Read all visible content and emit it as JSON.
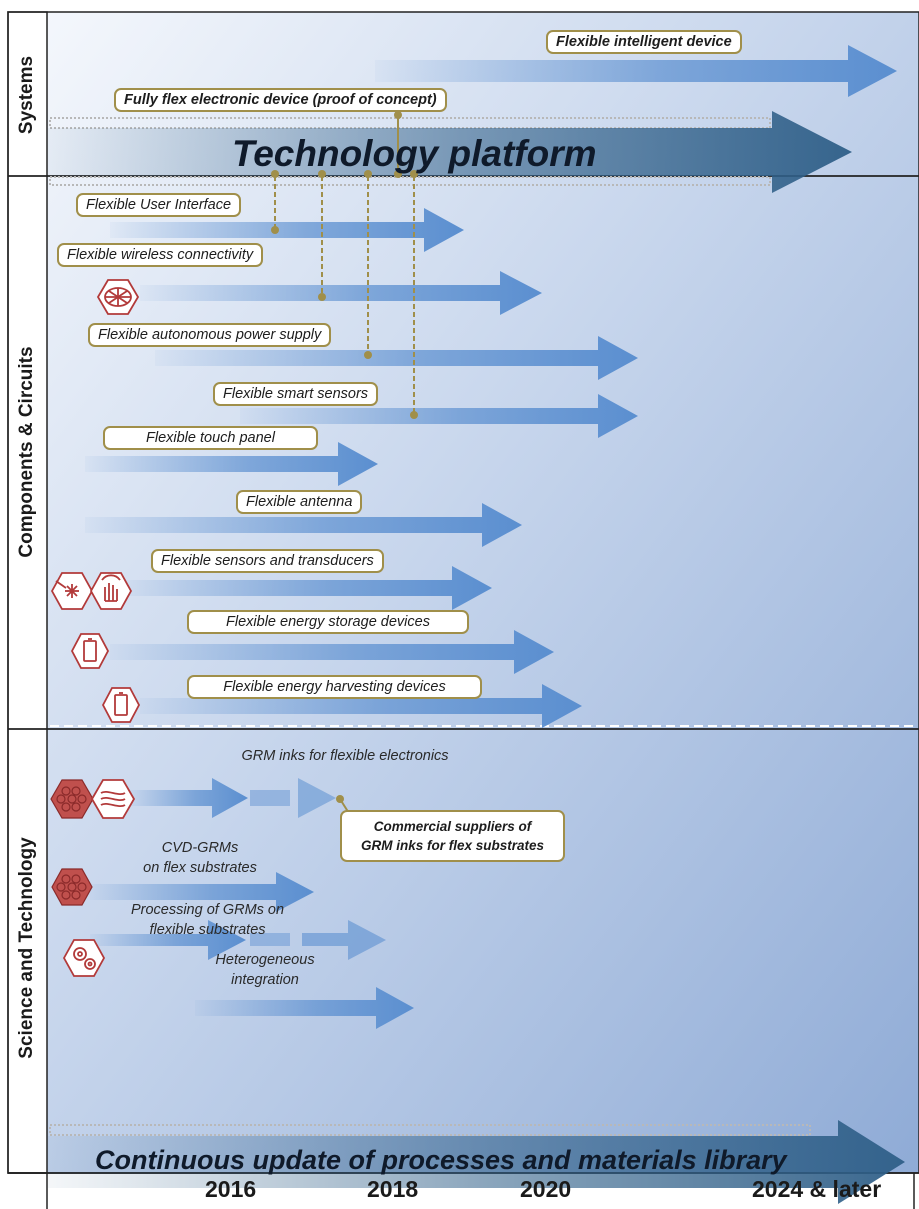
{
  "sections": {
    "systems": "Systems",
    "components": "Components & Circuits",
    "science": "Science and Technology"
  },
  "banners": {
    "platform": "Technology platform",
    "library": "Continuous update of processes and materials library"
  },
  "labels": {
    "intelligent": "Flexible intelligent device",
    "fully_flex": "Fully flex electronic device (proof of concept)",
    "user_interface": "Flexible User Interface",
    "wireless": "Flexible wireless connectivity",
    "power": "Flexible autonomous power supply",
    "smart_sensors": "Flexible smart sensors",
    "touch_panel": "Flexible touch panel",
    "antenna": "Flexible antenna",
    "sensors_transducers": "Flexible sensors and transducers",
    "energy_storage": "Flexible energy storage devices",
    "energy_harvesting": "Flexible energy harvesting devices",
    "grm_inks": "GRM inks for flexible electronics",
    "commercial_1": "Commercial suppliers of",
    "commercial_2": "GRM inks for flex substrates",
    "cvd_1": "CVD-GRMs",
    "cvd_2": "on flex substrates",
    "processing_1": "Processing of  GRMs on",
    "processing_2": "flexible substrates",
    "hetero_1": "Heterogeneous",
    "hetero_2": "integration"
  },
  "years": {
    "y2016": "2016",
    "y2018": "2018",
    "y2020": "2020",
    "y2024": "2024 & later"
  },
  "icons": [
    "antenna-icon",
    "laser-sensor-icon",
    "touch-hand-icon",
    "battery-icon",
    "battery-icon",
    "graphene-icon",
    "layers-icon",
    "graphene-icon",
    "gears-icon"
  ],
  "colors": {
    "arrow": "#5b8fd0",
    "banner_arrow": "#2f5f88",
    "label_border": "#a08f4a",
    "icon": "#b23a3a"
  }
}
